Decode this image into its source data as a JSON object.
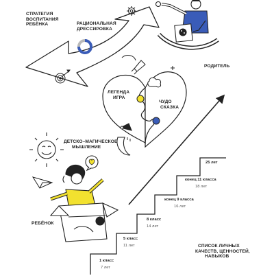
{
  "labels": {
    "strategy": "СТРАТЕГИЯ ВОСПИТАНИЯ РЕБЁНКА",
    "strategy_l1": "СТРАТЕГИЯ",
    "strategy_l2": "ВОСПИТАНИЯ",
    "strategy_l3": "РЕБЁНКА",
    "rational_l1": "РАЦИОНАЛЬНАЯ",
    "rational_l2": "ДРЕССИРОВКА",
    "parent": "РОДИТЕЛЬ",
    "legend_l1": "ЛЕГЕНДА",
    "legend_l2": "ИГРА",
    "miracle_l1": "ЧУДО",
    "miracle_l2": "СКАЗКА",
    "magic_l1": "ДЕТСКО–МАГИЧЕСКОЕ",
    "magic_l2": "МЫШЛЕНИЕ",
    "child": "РЕБЁНОК",
    "qualities_l1": "СПИСОК ЛИЧНЫХ",
    "qualities_l2": "КАЧЕСТВ, ЦЕННОСТЕЙ,",
    "qualities_l3": "НАВЫКОВ"
  },
  "steps": [
    {
      "title": "1 класс",
      "age": "7 лет"
    },
    {
      "title": "5 класс",
      "age": "11 лет"
    },
    {
      "title": "8 класс",
      "age": "14 лет"
    },
    {
      "title": "конец 9 класса",
      "age": "16 лет"
    },
    {
      "title": "конец 11 класса",
      "age": "18 лет"
    },
    {
      "title": "25 лет",
      "age": ""
    }
  ],
  "colors": {
    "accent_yellow": "#f2e12f",
    "accent_blue": "#3a5cb8",
    "ink": "#222222",
    "progress_gray": "#b9b9b9"
  }
}
